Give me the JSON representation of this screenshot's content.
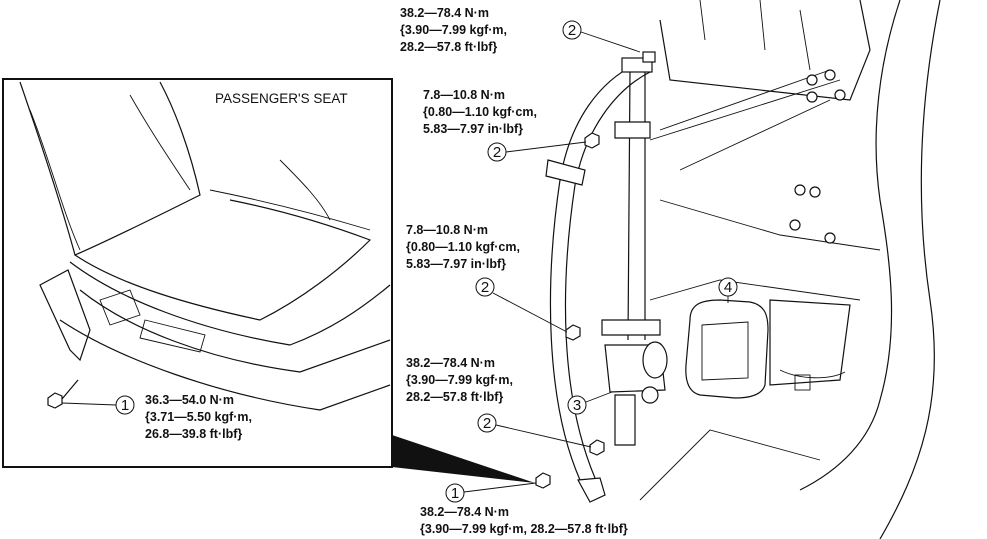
{
  "inset": {
    "title": "PASSENGER'S SEAT"
  },
  "callouts": {
    "top_bolt": "2",
    "upper_guide_bolt": "2",
    "middle_bolt": "2",
    "lower_bolt": "2",
    "retractor": "3",
    "trim": "4",
    "anchor_bolt": "1",
    "seat_bolt": "1"
  },
  "torques": {
    "top": [
      "38.2—78.4 N·m",
      "{3.90—7.99 kgf·m,",
      "28.2—57.8 ft·lbf}"
    ],
    "upper_guide": [
      "7.8—10.8 N·m",
      "{0.80—1.10 kgf·cm,",
      "5.83—7.97 in·lbf}"
    ],
    "middle": [
      "7.8—10.8 N·m",
      "{0.80—1.10 kgf·cm,",
      "5.83—7.97 in·lbf}"
    ],
    "lower": [
      "38.2—78.4 N·m",
      "{3.90—7.99 kgf·m,",
      "28.2—57.8 ft·lbf}"
    ],
    "anchor": [
      "38.2—78.4 N·m",
      "{3.90—7.99 kgf·m, 28.2—57.8 ft·lbf}"
    ],
    "seat": [
      "36.3—54.0 N·m",
      "{3.71—5.50 kgf·m,",
      "26.8—39.8 ft·lbf}"
    ]
  }
}
